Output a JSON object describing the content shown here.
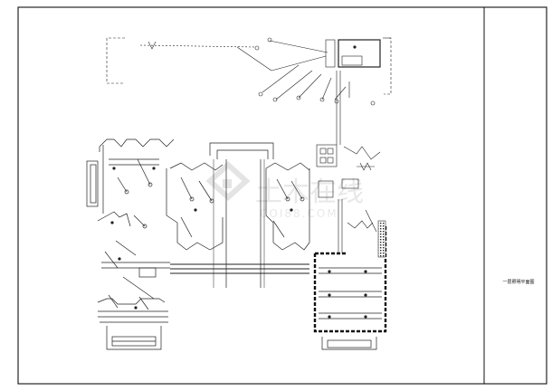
{
  "drawing": {
    "sheet_title": "一层照明平面图",
    "watermark": {
      "brand_cn": "土木在线",
      "brand_en": "COI88.COM"
    }
  }
}
